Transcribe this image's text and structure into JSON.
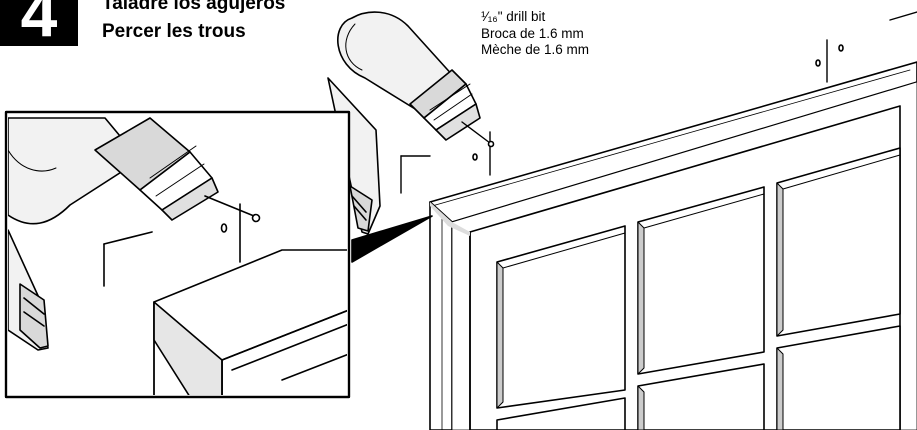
{
  "step": {
    "number": "4",
    "title_es": "Taladre los agujeros",
    "title_fr": "Percer les trous"
  },
  "callout": {
    "en": "¹⁄₁₆\" drill bit",
    "es": "Broca de 1.6 mm",
    "fr": "Mèche de 1.6 mm"
  },
  "icons": [
    "drill-icon",
    "window-frame-icon",
    "pilot-hole-mark"
  ]
}
